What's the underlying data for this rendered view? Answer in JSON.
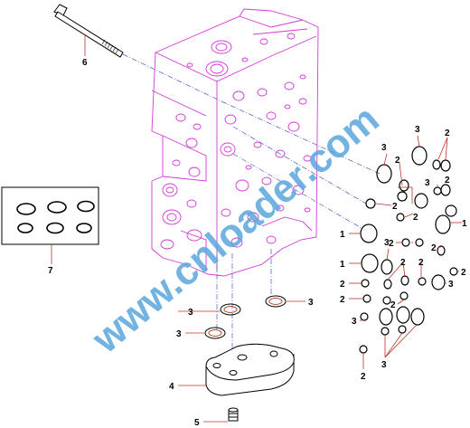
{
  "diagram": {
    "colors": {
      "valve_body": "#d23ad8",
      "line_art": "#000000",
      "oring_fill": "#b04a2a",
      "leader": "#c0302a",
      "watermark": "#5aa6dc"
    },
    "watermark_text": "www.cnloader.com",
    "callouts": {
      "c1a": "1",
      "c1b": "1",
      "c1c": "1",
      "c2a": "2",
      "c2b": "2",
      "c2c": "2",
      "c2d": "2",
      "c2e": "2",
      "c2f": "2",
      "c2g": "2",
      "c2h": "2",
      "c2i": "2",
      "c2j": "2",
      "c2k": "2",
      "c2l": "2",
      "c2m": "2",
      "c2n": "2",
      "c2o": "2",
      "c2p": "2",
      "c2q": "2",
      "c3a": "3",
      "c3b": "3",
      "c3c": "3",
      "c3d": "3",
      "c3e": "3",
      "c3f": "3",
      "c3g": "3",
      "c3h": "3",
      "c3i": "3",
      "c4": "4",
      "c5": "5",
      "c6": "6",
      "c7": "7"
    }
  }
}
